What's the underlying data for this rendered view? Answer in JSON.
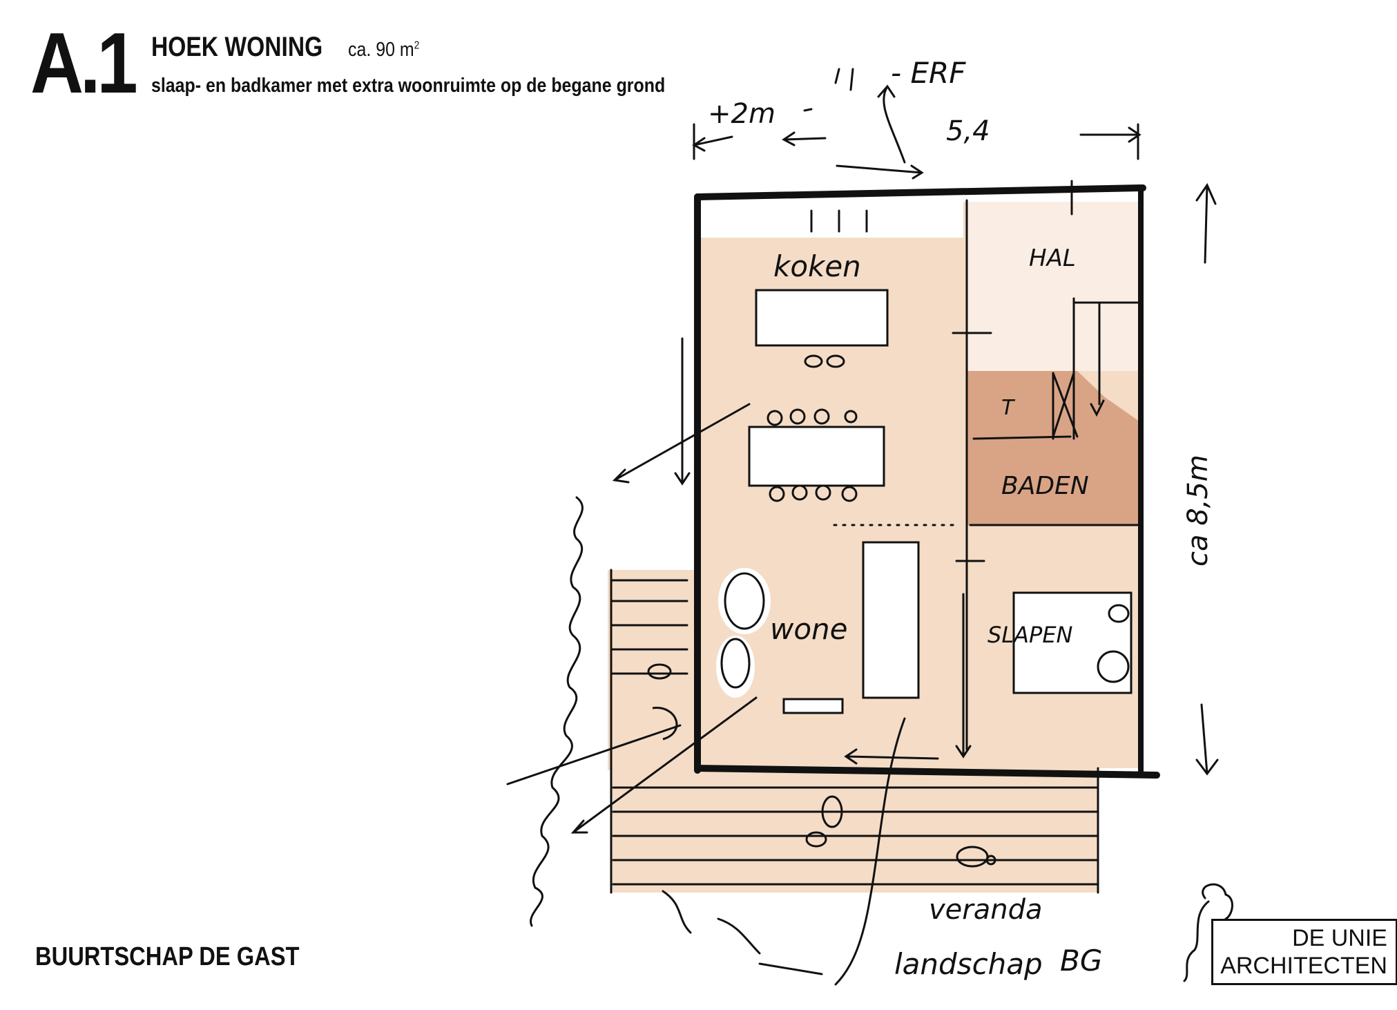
{
  "header": {
    "code": "A.1",
    "title": "HOEK WONING",
    "area": "ca. 90 m",
    "area_sup": "2",
    "subtitle": "slaap- en badkamer met extra woonruimte op de begane grond"
  },
  "footer": {
    "project": "BUURTSCHAP DE GAST",
    "logo_line1": "DE UNIE",
    "logo_line2": "ARCHITECTEN"
  },
  "sketch_labels": {
    "erf": "- ERF",
    "plus2m": "+2m",
    "width": "5,4",
    "depth": "ca 8,5m",
    "koken": "koken",
    "hal": "HAL",
    "baden": "BADEN",
    "wonen": "wone",
    "slapen": "SLAPEN",
    "veranda": "veranda",
    "landschap": "landschap",
    "bg": "BG",
    "toilet": "T"
  },
  "colors": {
    "wash": "#f4dcc6",
    "wash_light": "#faeee4",
    "bath": "#d9a486",
    "ink": "#111111"
  }
}
